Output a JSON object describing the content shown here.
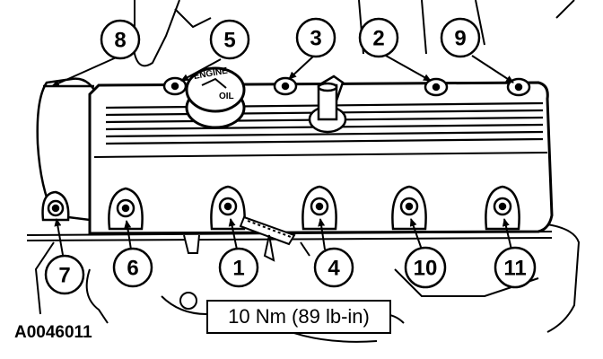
{
  "figure_id": "A0046011",
  "torque_spec": "10 Nm (89 lb-in)",
  "oil_cap": {
    "top_text": "ENGINE",
    "bottom_text": "OIL"
  },
  "callouts": [
    {
      "number": "1"
    },
    {
      "number": "2"
    },
    {
      "number": "3"
    },
    {
      "number": "4"
    },
    {
      "number": "5"
    },
    {
      "number": "6"
    },
    {
      "number": "7"
    },
    {
      "number": "8"
    },
    {
      "number": "9"
    },
    {
      "number": "10"
    },
    {
      "number": "11"
    }
  ],
  "colors": {
    "ink": "#000000",
    "paper": "#ffffff"
  }
}
